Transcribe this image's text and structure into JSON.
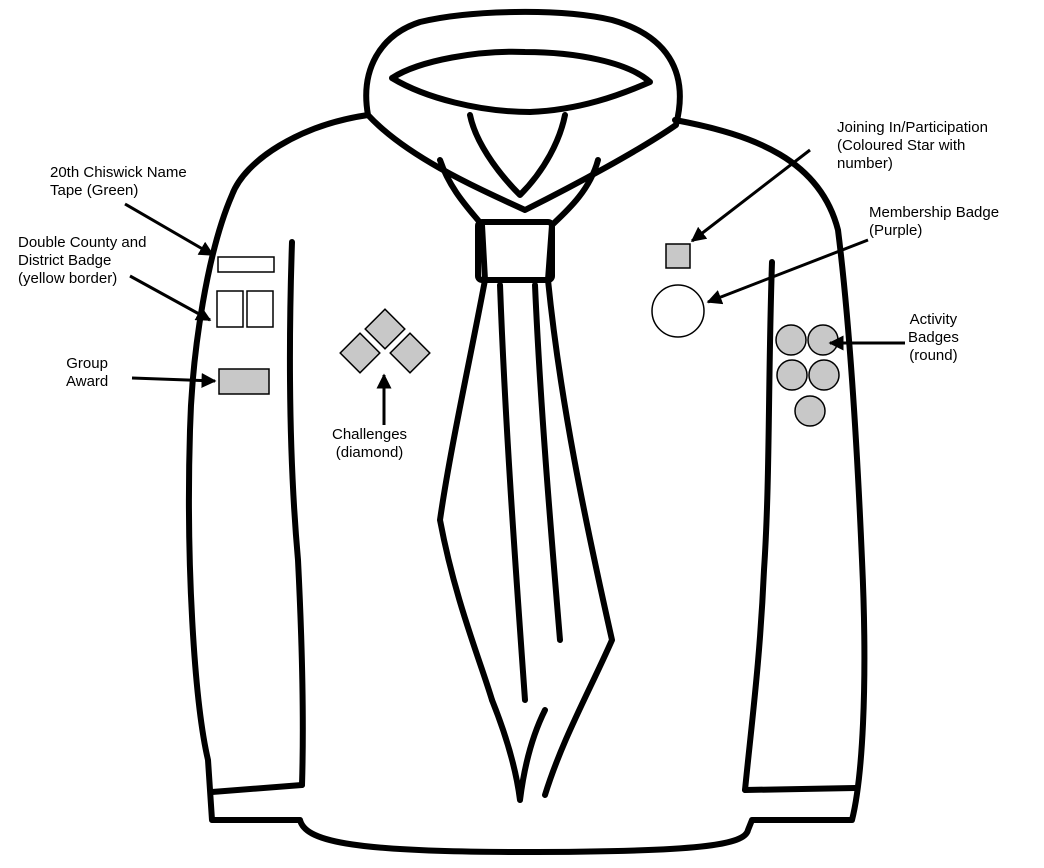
{
  "diagram": {
    "labels": {
      "name_tape": [
        "20th Chiswick Name",
        "Tape (Green)"
      ],
      "county_district": [
        "Double County and",
        "District Badge",
        "(yellow border)"
      ],
      "group_award": [
        "Group",
        "Award"
      ],
      "challenges": [
        "Challenges",
        "(diamond)"
      ],
      "joining_in": [
        "Joining In/Participation",
        "(Coloured Star with",
        "number)"
      ],
      "membership": [
        "Membership Badge",
        "(Purple)"
      ],
      "activity": [
        "Activity",
        "Badges",
        "(round)"
      ]
    },
    "colors": {
      "outline": "#000000",
      "badge_fill": "#c8c8c8",
      "background": "#ffffff"
    }
  }
}
